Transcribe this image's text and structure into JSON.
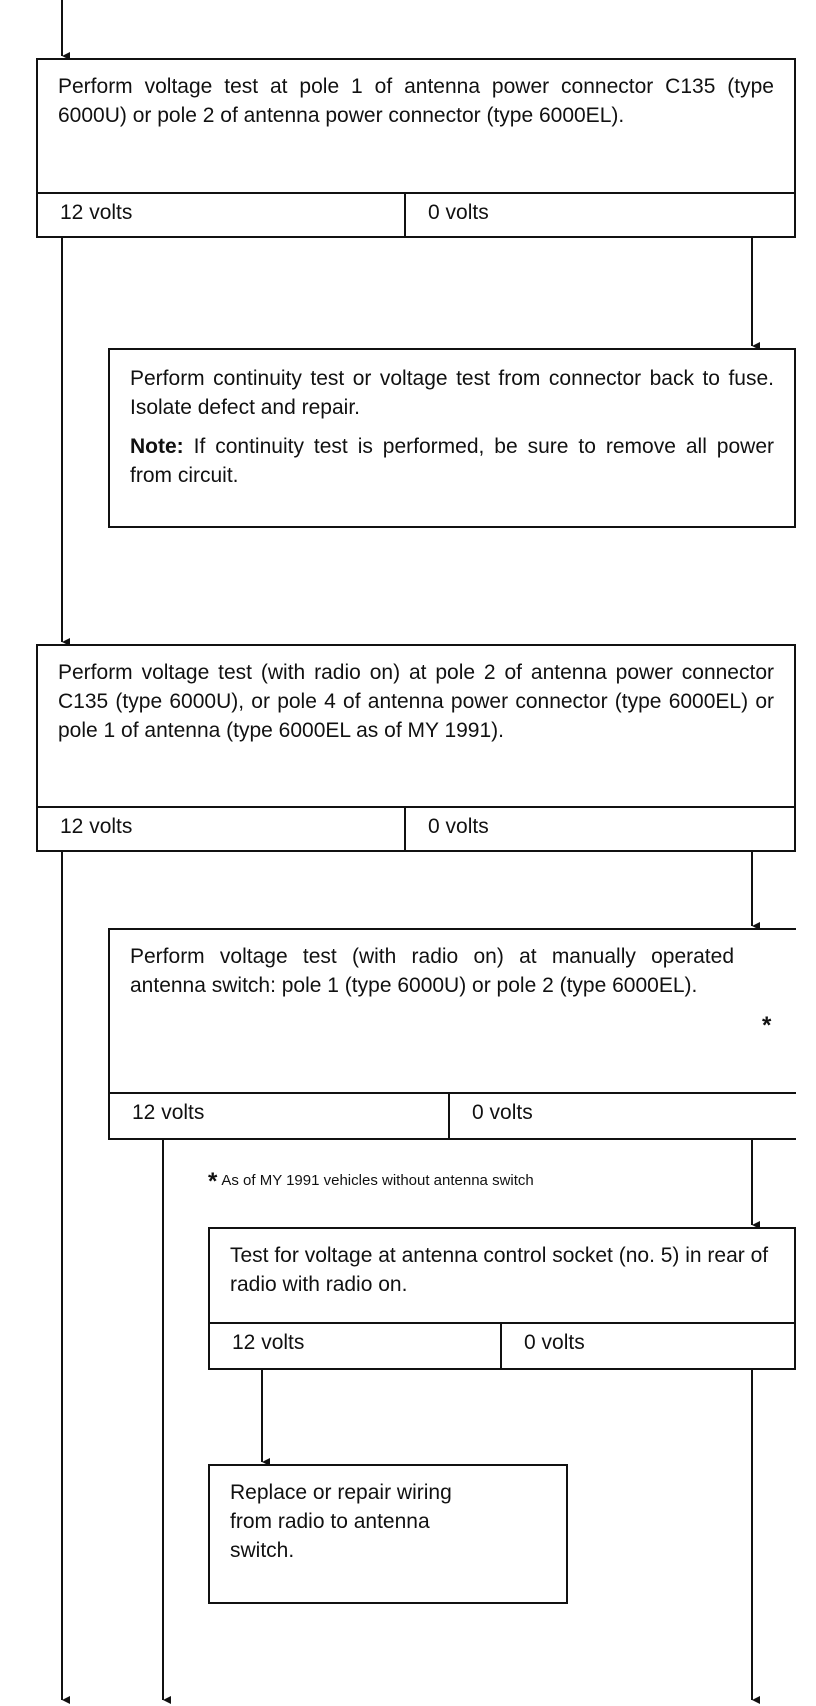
{
  "box1": {
    "text": "Perform voltage test at pole 1 of antenna power connector C135 (type 6000U) or pole 2 of antenna power connector (type 6000EL).",
    "yes": "12 volts",
    "no": "0 volts"
  },
  "box2": {
    "text": "Perform continuity test or voltage test from connector back to fuse. Isolate defect and repair.",
    "note_label": "Note:",
    "note_text": " If continuity test is performed, be sure to remove all power from circuit."
  },
  "box3": {
    "text": "Perform voltage test (with radio on) at pole 2 of antenna power connector C135 (type 6000U), or pole 4 of antenna power connector (type 6000EL) or pole 1 of antenna (type 6000EL as of MY 1991).",
    "yes": "12 volts",
    "no": "0 volts"
  },
  "box4": {
    "text": "Perform voltage test (with radio on) at manually operated antenna switch: pole 1 (type 6000U) or pole 2 (type 6000EL).",
    "yes": "12 volts",
    "no": "0 volts"
  },
  "footnote": {
    "marker": "*",
    "text": "As of MY 1991 vehicles without antenna switch"
  },
  "box5": {
    "text": "Test for voltage at antenna control socket (no. 5) in rear of radio with radio on.",
    "yes": "12 volts",
    "no": "0 volts"
  },
  "box6": {
    "text": "Replace or repair wiring from radio to antenna switch."
  }
}
